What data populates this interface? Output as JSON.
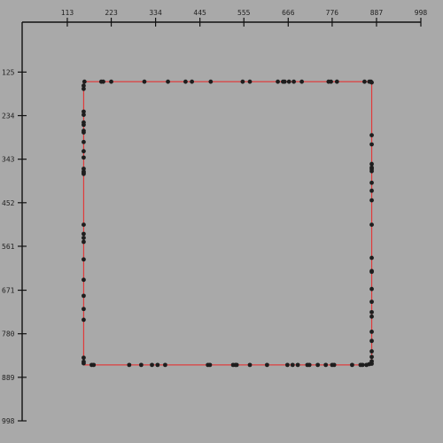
{
  "chart_data": {
    "type": "scatter",
    "title": "",
    "xlabel": "",
    "ylabel": "",
    "x_axis_position": "top",
    "y_axis_direction": "downward",
    "xlim": [
      0,
      998
    ],
    "ylim": [
      0,
      998
    ],
    "x_ticks": [
      "113",
      "223",
      "334",
      "445",
      "555",
      "666",
      "776",
      "887",
      "998"
    ],
    "y_ticks": [
      "125",
      "234",
      "343",
      "452",
      "561",
      "671",
      "780",
      "889",
      "998"
    ],
    "grid": false,
    "legend": "none",
    "colors": {
      "background": "#a9a9a9",
      "axis": "#111111",
      "outline": "#e03a3a",
      "points": "#1e1e1e"
    },
    "outline": {
      "shape": "rectangle",
      "x_range": [
        154,
        875
      ],
      "y_range": [
        149,
        858
      ]
    },
    "series": [
      {
        "values": [
          [
            156,
            149
          ],
          [
            198,
            149
          ],
          [
            203,
            149
          ],
          [
            223,
            149
          ],
          [
            306,
            149
          ],
          [
            365,
            149
          ],
          [
            409,
            149
          ],
          [
            425,
            149
          ],
          [
            472,
            149
          ],
          [
            552,
            149
          ],
          [
            570,
            149
          ],
          [
            640,
            149
          ],
          [
            653,
            149
          ],
          [
            657,
            149
          ],
          [
            668,
            149
          ],
          [
            680,
            149
          ],
          [
            700,
            149
          ],
          [
            767,
            149
          ],
          [
            773,
            149
          ],
          [
            788,
            149
          ],
          [
            857,
            149
          ],
          [
            869,
            149
          ],
          [
            873,
            149
          ],
          [
            875,
            151
          ],
          [
            154,
            159
          ],
          [
            154,
            167
          ],
          [
            154,
            224
          ],
          [
            154,
            232
          ],
          [
            154,
            251
          ],
          [
            154,
            257
          ],
          [
            154,
            272
          ],
          [
            154,
            276
          ],
          [
            154,
            300
          ],
          [
            154,
            323
          ],
          [
            154,
            339
          ],
          [
            154,
            367
          ],
          [
            154,
            374
          ],
          [
            154,
            377
          ],
          [
            154,
            380
          ],
          [
            154,
            507
          ],
          [
            154,
            530
          ],
          [
            154,
            540
          ],
          [
            154,
            550
          ],
          [
            154,
            594
          ],
          [
            154,
            645
          ],
          [
            154,
            685
          ],
          [
            154,
            718
          ],
          [
            154,
            745
          ],
          [
            154,
            840
          ],
          [
            154,
            850
          ],
          [
            154,
            854
          ],
          [
            875,
            283
          ],
          [
            875,
            306
          ],
          [
            875,
            355
          ],
          [
            875,
            364
          ],
          [
            875,
            368
          ],
          [
            875,
            373
          ],
          [
            875,
            402
          ],
          [
            875,
            422
          ],
          [
            875,
            446
          ],
          [
            875,
            507
          ],
          [
            875,
            590
          ],
          [
            875,
            623
          ],
          [
            875,
            625
          ],
          [
            875,
            668
          ],
          [
            875,
            700
          ],
          [
            875,
            726
          ],
          [
            875,
            737
          ],
          [
            875,
            775
          ],
          [
            875,
            798
          ],
          [
            875,
            824
          ],
          [
            875,
            838
          ],
          [
            875,
            849
          ],
          [
            875,
            855
          ],
          [
            174,
            858
          ],
          [
            179,
            858
          ],
          [
            268,
            858
          ],
          [
            298,
            858
          ],
          [
            325,
            858
          ],
          [
            339,
            858
          ],
          [
            358,
            858
          ],
          [
            465,
            858
          ],
          [
            470,
            858
          ],
          [
            528,
            858
          ],
          [
            534,
            858
          ],
          [
            537,
            858
          ],
          [
            570,
            858
          ],
          [
            613,
            858
          ],
          [
            664,
            858
          ],
          [
            677,
            858
          ],
          [
            690,
            858
          ],
          [
            714,
            858
          ],
          [
            719,
            858
          ],
          [
            740,
            858
          ],
          [
            760,
            858
          ],
          [
            776,
            858
          ],
          [
            781,
            858
          ],
          [
            826,
            858
          ],
          [
            847,
            858
          ],
          [
            852,
            858
          ],
          [
            862,
            858
          ],
          [
            869,
            856
          ]
        ]
      }
    ]
  }
}
